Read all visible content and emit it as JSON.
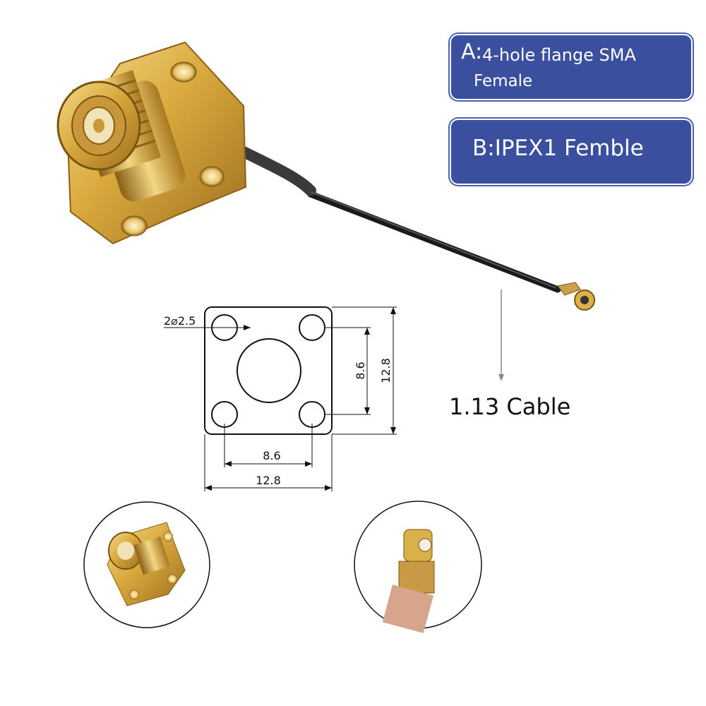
{
  "labels": {
    "a_letter": "A:",
    "a_line1": "4-hole flange SMA",
    "a_line2": "Female",
    "b_text": "B:IPEX1 Femble"
  },
  "cable_label": "1.13 Cable",
  "dimensions": {
    "hole_spec": "2⌀2.5",
    "hole_spacing_vertical": "8.6",
    "width_vertical": "12.8",
    "hole_spacing_horizontal": "8.6",
    "width_horizontal": "12.8"
  },
  "colors": {
    "label_bg": "#3a4f9e",
    "gold": "#d9b04a",
    "cable": "#1a1a1a"
  }
}
